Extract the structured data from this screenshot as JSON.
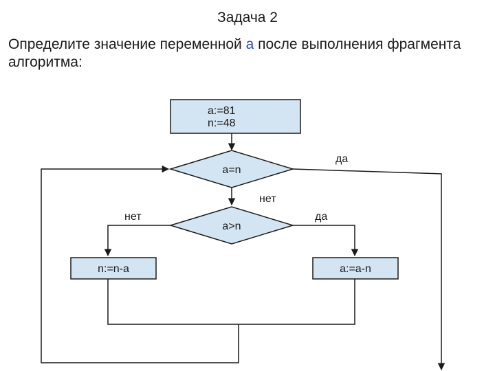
{
  "title": "Задача 2",
  "question": {
    "before": "Определите значение  переменной ",
    "variable": "а",
    "after": " после выполнения фрагмента алгоритма:"
  },
  "flowchart": {
    "init_line1": "a:=81",
    "init_line2": "n:=48",
    "cond1": "a=n",
    "cond2": "a>n",
    "label_yes_top": "да",
    "label_no_middle": "нет",
    "label_no_left": "нет",
    "label_yes_right": "да",
    "action_left": "n:=n-a",
    "action_right": "a:=a-n",
    "colors": {
      "box_fill": "#d3e4f3",
      "stroke": "#1a1a1a",
      "variable": "#2b49c9"
    }
  }
}
